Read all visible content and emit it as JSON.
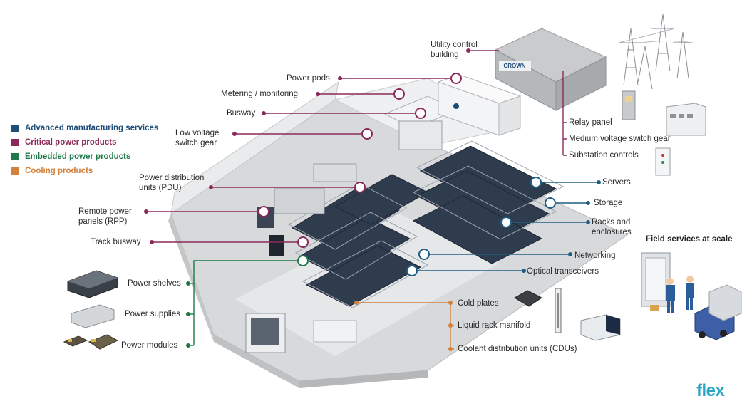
{
  "colors": {
    "advanced": "#1f4e79",
    "critical": "#8b2a5a",
    "embedded": "#1e7a4a",
    "cooling": "#d2803a",
    "networking": "#1f5f86",
    "logo": "#2aa5c4"
  },
  "legend": [
    {
      "label": "Advanced manufacturing services",
      "color": "#1f4e79"
    },
    {
      "label": "Critical power products",
      "color": "#8b2a5a"
    },
    {
      "label": "Embedded power products",
      "color": "#1e7a4a"
    },
    {
      "label": "Cooling products",
      "color": "#d2803a"
    }
  ],
  "labels": {
    "utility_control": [
      "Utility control",
      "building"
    ],
    "power_pods": "Power pods",
    "metering": "Metering / monitoring",
    "busway": "Busway",
    "lv_switchgear": [
      "Low voltage",
      "switch gear"
    ],
    "pdu": [
      "Power distribution",
      "units (PDU)"
    ],
    "rpp": [
      "Remote power",
      "panels (RPP)"
    ],
    "track_busway": "Track busway",
    "relay_panel": "Relay panel",
    "mv_switchgear": "Medium voltage switch gear",
    "substation": "Substation controls",
    "servers": "Servers",
    "storage": "Storage",
    "racks": [
      "Racks and",
      "enclosures"
    ],
    "networking": "Networking",
    "optical": "Optical transceivers",
    "power_shelves": "Power shelves",
    "power_supplies": "Power supplies",
    "power_modules": "Power modules",
    "cold_plates": "Cold plates",
    "manifold": "Liquid rack manifold",
    "cdu": "Coolant distribution units (CDUs)",
    "field_services": "Field services at scale",
    "building_sign": "CROWN",
    "logo": "flex"
  }
}
